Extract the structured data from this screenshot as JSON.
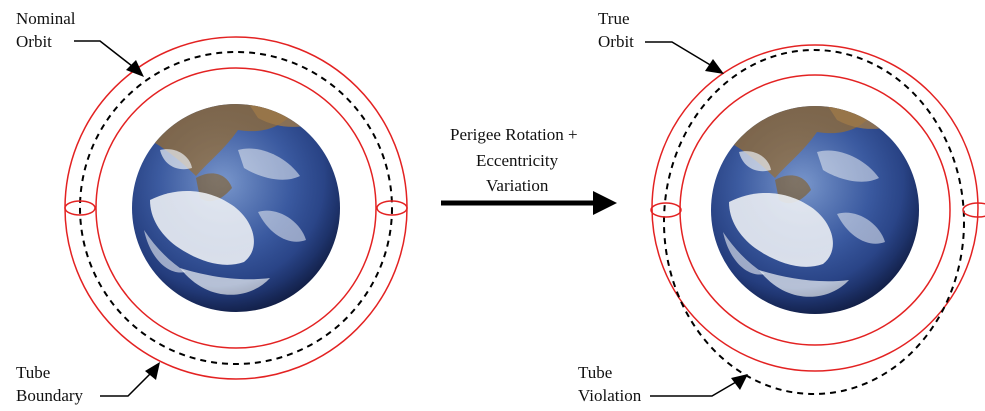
{
  "labels": {
    "nominal_orbit": [
      "Nominal",
      "Orbit"
    ],
    "tube_boundary": [
      "Tube",
      "Boundary"
    ],
    "true_orbit": [
      "True",
      "Orbit"
    ],
    "tube_violation": [
      "Tube",
      "Violation"
    ],
    "transition": [
      "Perigee Rotation +",
      "Eccentricity",
      "Variation"
    ]
  },
  "colors": {
    "tube": "#e32222",
    "orbit": "#000000",
    "text": "#111111",
    "ocean": "#2f4f93",
    "ocean_dark": "#14204a",
    "cloud": "#eef2f7",
    "land": "#8b6a3e"
  }
}
